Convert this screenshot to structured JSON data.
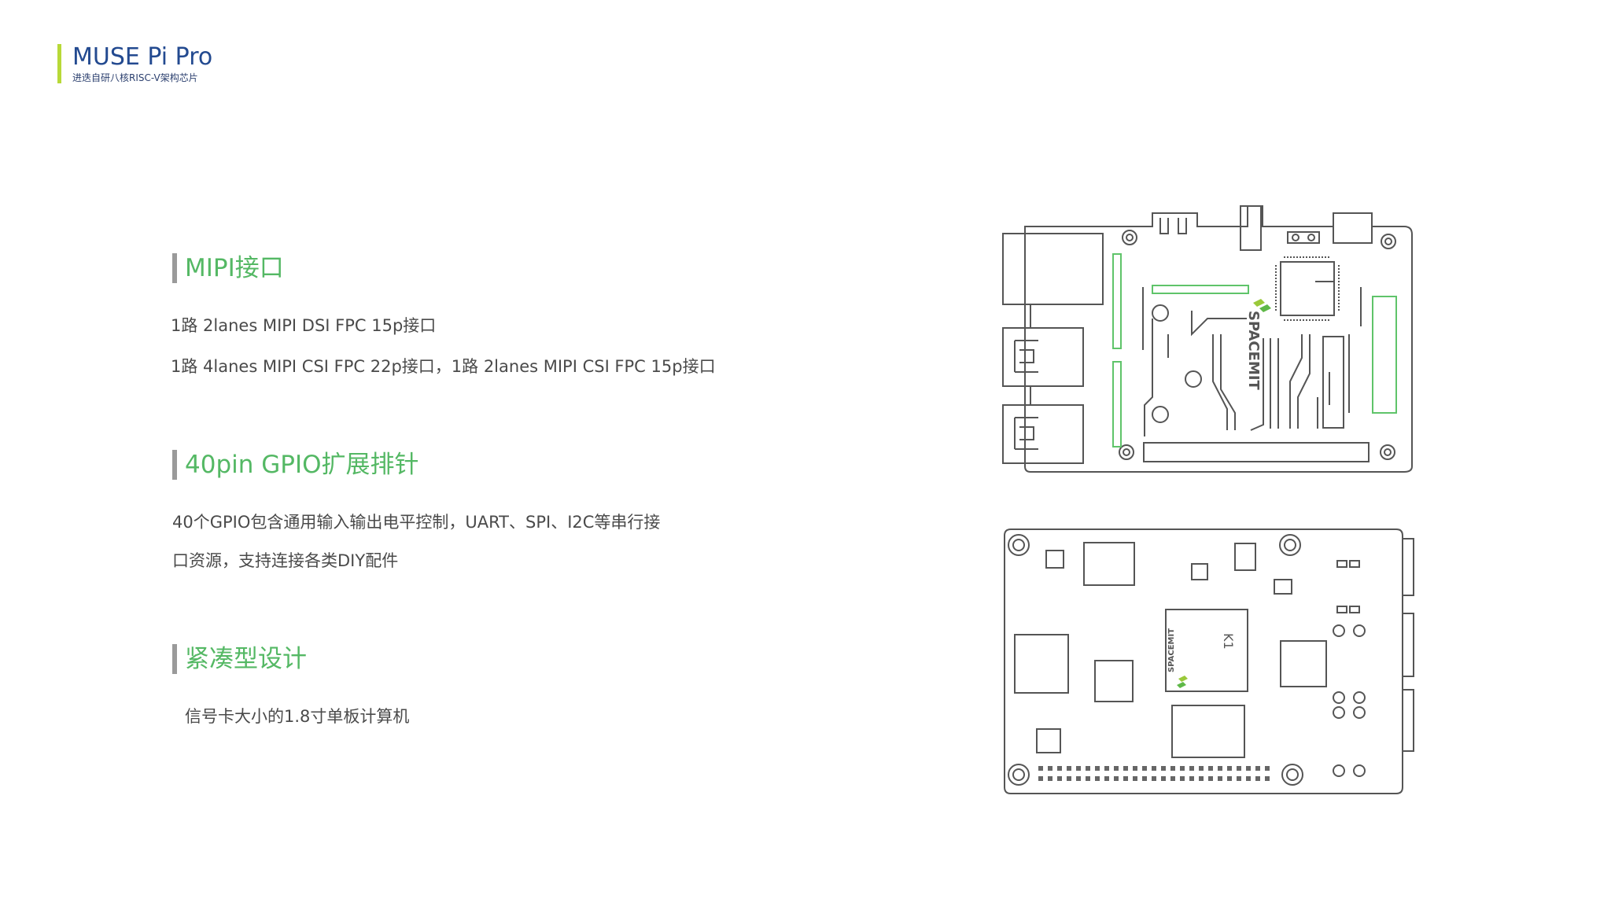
{
  "brand": {
    "title": "MUSE Pi Pro",
    "subtitle": "进迭自研八核RISC-V架构芯片",
    "accent_color": "#b8d938",
    "title_color": "#234a90"
  },
  "sections": [
    {
      "title": "MIPI接口",
      "lines": [
        "1路 2lanes MIPI DSI FPC 15p接口",
        "1路 4lanes MIPI CSI FPC 22p接口，1路 2lanes MIPI CSI  FPC 15p接口"
      ]
    },
    {
      "title": "40pin GPIO扩展排针",
      "lines": [
        "40个GPIO包含通用输入输出电平控制，UART、SPI、I2C等串行接",
        "口资源，支持连接各类DIY配件"
      ]
    },
    {
      "title": "紧凑型设计",
      "lines": [
        "信号卡大小的1.8寸单板计算机"
      ]
    }
  ],
  "colors": {
    "heading_green": "#54b864",
    "heading_bar": "#9a9a9a",
    "board_line": "#555555",
    "connector_green": "#5fc46a"
  },
  "board_top": {
    "logo_text": "SPACEMIT"
  },
  "board_bottom": {
    "chip_label": "K1",
    "logo_text": "SPACEMIT"
  }
}
